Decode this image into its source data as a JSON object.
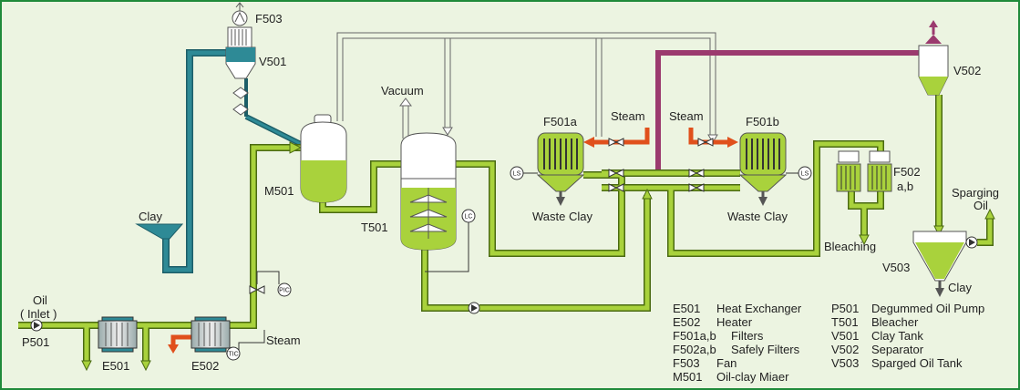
{
  "labels": {
    "f503": "F503",
    "v501": "V501",
    "m501": "M501",
    "clay_in": "Clay",
    "vacuum": "Vacuum",
    "t501": "T501",
    "f501a": "F501a",
    "f501b": "F501b",
    "steam_a": "Steam",
    "steam_b": "Steam",
    "waste_clay_a": "Waste Clay",
    "waste_clay_b": "Waste Clay",
    "f502": "F502",
    "f502_sub": "a,b",
    "bleaching": "Bleaching",
    "v502": "V502",
    "sparging_1": "Sparging",
    "sparging_2": "Oil",
    "v503": "V503",
    "clay_out": "Clay",
    "oil": "Oil",
    "inlet": "( Inlet )",
    "p501": "P501",
    "e501": "E501",
    "e502": "E502",
    "steam_e502": "Steam",
    "ls_a": "LS",
    "ls_b": "LS",
    "lc": "LC",
    "pic": "PIC",
    "tic": "TIC"
  },
  "legend_left": [
    {
      "code": "E501",
      "desc": "Heat Exchanger"
    },
    {
      "code": "E502",
      "desc": "Heater"
    },
    {
      "code": "F501a,b",
      "desc": "Filters"
    },
    {
      "code": "F502a,b",
      "desc": "Safely Filters"
    },
    {
      "code": "F503",
      "desc": "Fan"
    },
    {
      "code": "M501",
      "desc": "Oil-clay Miaer"
    }
  ],
  "legend_right": [
    {
      "code": "P501",
      "desc": "Degummed Oil Pump"
    },
    {
      "code": "T501",
      "desc": "Bleacher"
    },
    {
      "code": "V501",
      "desc": "Clay Tank"
    },
    {
      "code": "V502",
      "desc": "Separator"
    },
    {
      "code": "V503",
      "desc": "Sparged Oil Tank"
    }
  ],
  "colors": {
    "oil_line": "#a9d23c",
    "oil_line_edge": "#4a6a12",
    "clay_line": "#2e8a96",
    "steam_line": "#e0501c",
    "vapor_line": "#9b3a6e",
    "vacuum_line": "#ffffff",
    "frame": "#1f8a3a",
    "background": "#ecf4e1"
  }
}
